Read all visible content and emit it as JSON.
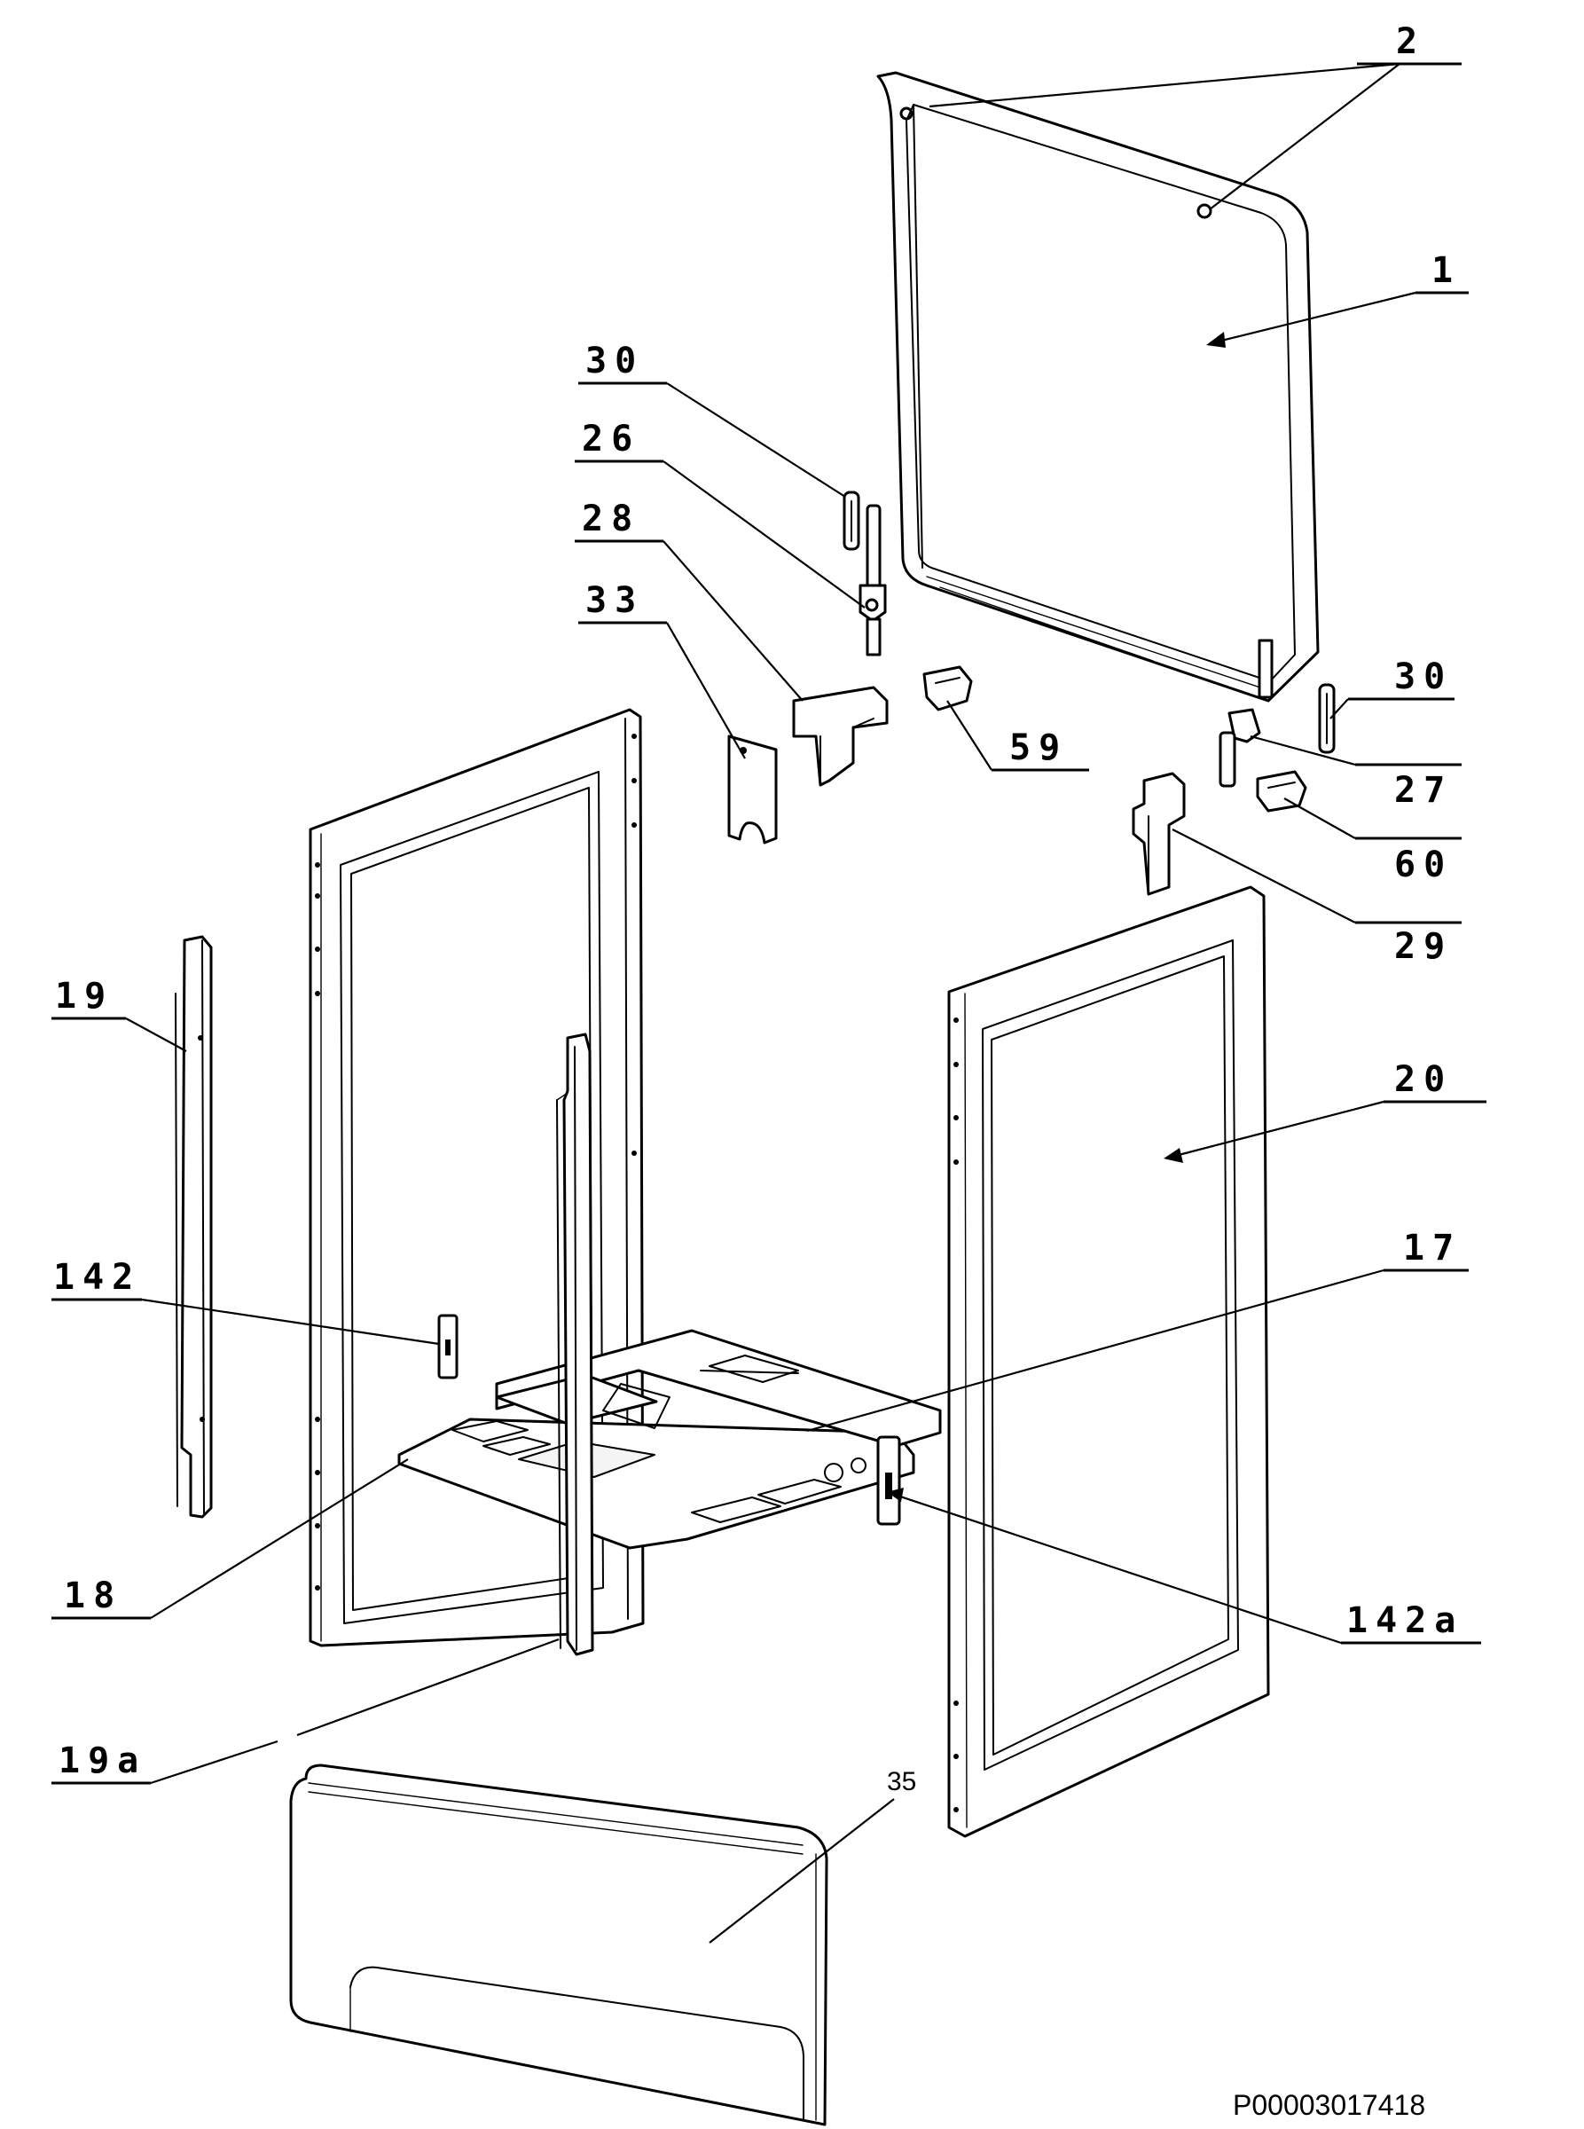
{
  "diagram": {
    "drawing_code": "P00003017418",
    "callouts": [
      {
        "id": "c-2",
        "label": "2"
      },
      {
        "id": "c-1",
        "label": "1"
      },
      {
        "id": "c-30a",
        "label": "30"
      },
      {
        "id": "c-26",
        "label": "26"
      },
      {
        "id": "c-28",
        "label": "28"
      },
      {
        "id": "c-33",
        "label": "33"
      },
      {
        "id": "c-59",
        "label": "59"
      },
      {
        "id": "c-30b",
        "label": "30"
      },
      {
        "id": "c-27",
        "label": "27"
      },
      {
        "id": "c-60",
        "label": "60"
      },
      {
        "id": "c-29",
        "label": "29"
      },
      {
        "id": "c-19",
        "label": "19"
      },
      {
        "id": "c-20",
        "label": "20"
      },
      {
        "id": "c-17",
        "label": "17"
      },
      {
        "id": "c-142",
        "label": "142"
      },
      {
        "id": "c-18",
        "label": "18"
      },
      {
        "id": "c-142a",
        "label": "142a"
      },
      {
        "id": "c-19a",
        "label": "19a"
      },
      {
        "id": "c-35",
        "label": "35"
      }
    ]
  }
}
